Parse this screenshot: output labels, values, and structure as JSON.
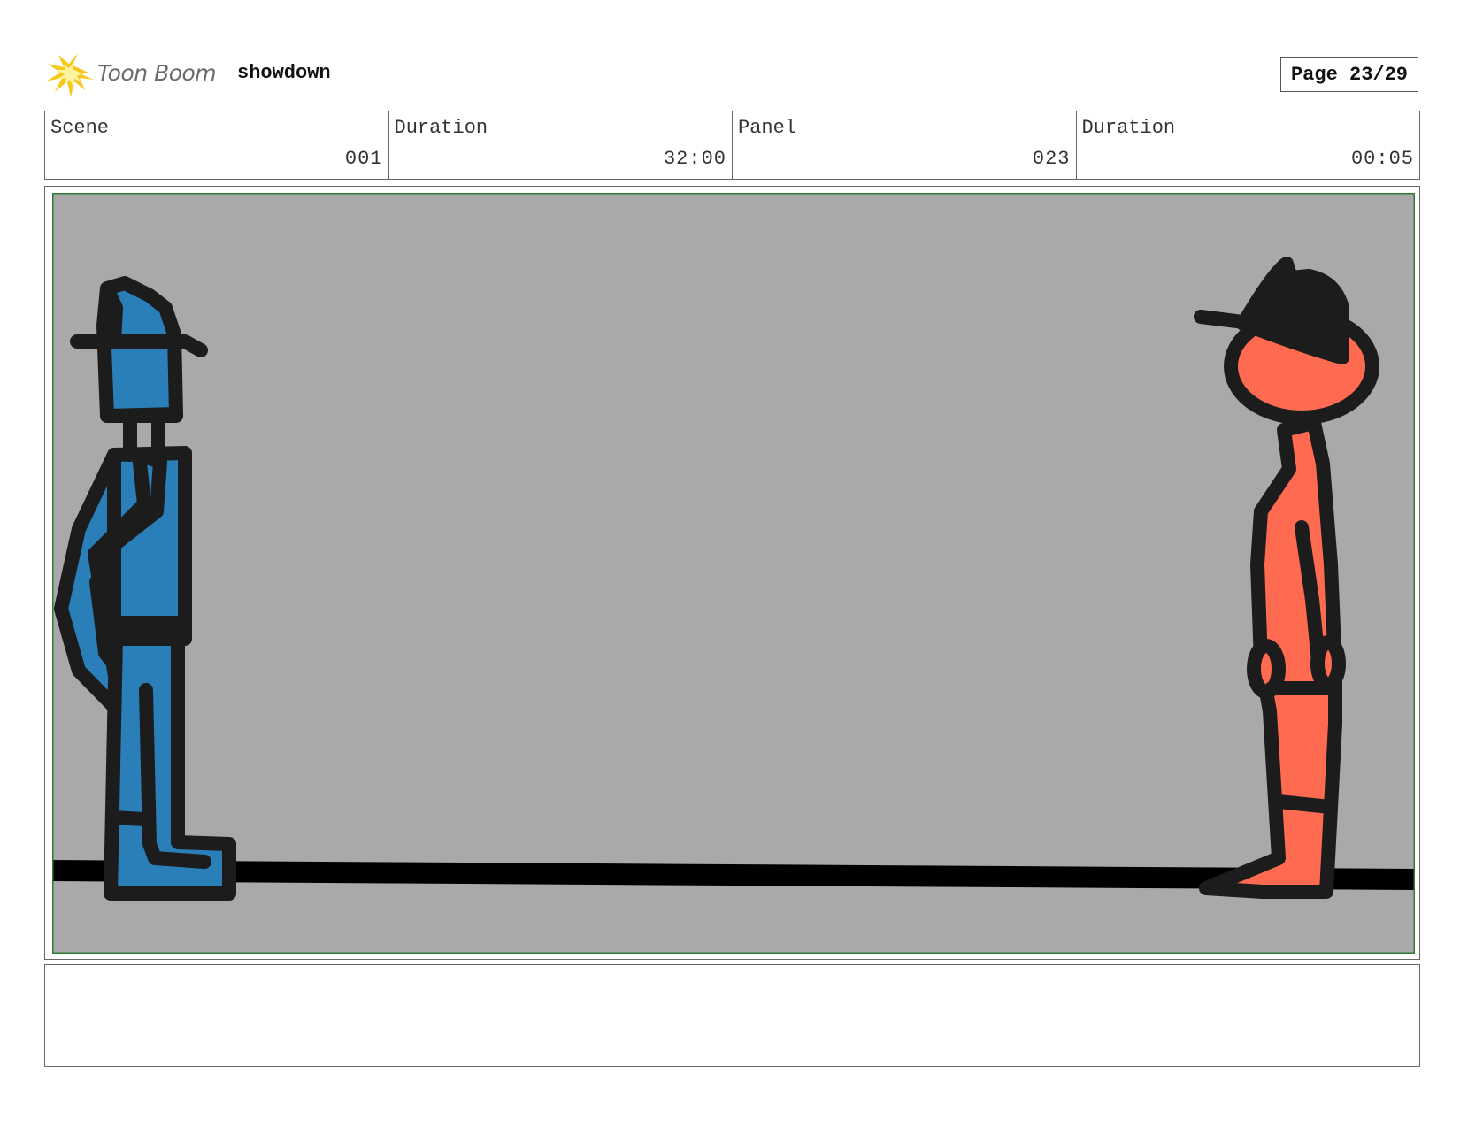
{
  "header": {
    "brand": "Toon Boom",
    "project_title": "showdown",
    "page_label": "Page 23/29"
  },
  "info": {
    "scene_label": "Scene",
    "scene_value": "001",
    "scene_duration_label": "Duration",
    "scene_duration_value": "32:00",
    "panel_label": "Panel",
    "panel_value": "023",
    "panel_duration_label": "Duration",
    "panel_duration_value": "00:05"
  },
  "panel": {
    "background_color": "#a9a9a9",
    "camera_frame_color": "#2e7d32",
    "left_character_color": "#2a7fb8",
    "right_character_color": "#ff6b50",
    "outline_color": "#1c1c1c"
  },
  "notes": {
    "text": ""
  }
}
